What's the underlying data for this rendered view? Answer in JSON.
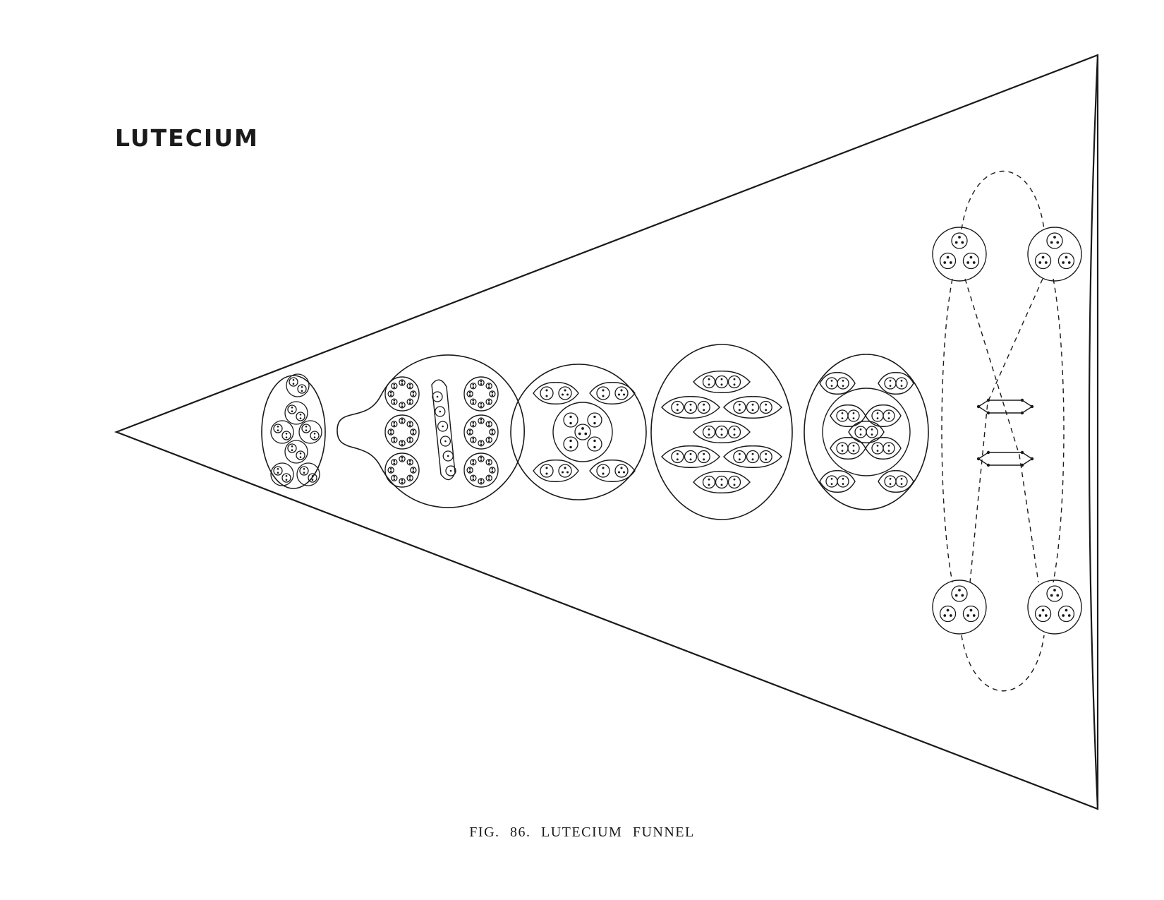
{
  "page": {
    "heading": "LUTECIUM",
    "caption": "FIG. 86. LUTECIUM FUNNEL"
  },
  "colors": {
    "ink": "#1a1a1a",
    "paper": "#ffffff"
  },
  "diagram": {
    "funnel": "funnel-outline",
    "groups": [
      {
        "id": "group-1",
        "shape": "oval"
      },
      {
        "id": "group-2",
        "shape": "bulb"
      },
      {
        "id": "group-3",
        "shape": "circle"
      },
      {
        "id": "group-4",
        "shape": "oval"
      },
      {
        "id": "group-5",
        "shape": "oval"
      },
      {
        "id": "group-6",
        "shape": "dashed-orbits"
      }
    ]
  }
}
